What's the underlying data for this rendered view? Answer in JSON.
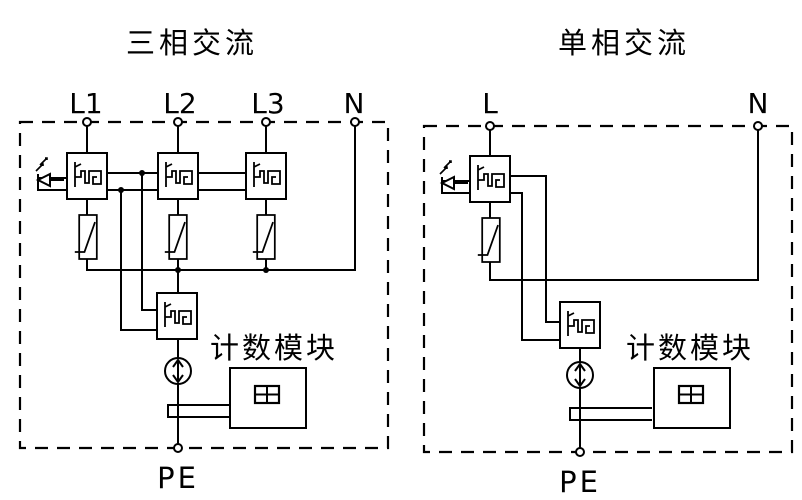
{
  "three_phase": {
    "title": "三相交流",
    "terminals": [
      "L1",
      "L2",
      "L3",
      "N"
    ],
    "counter_label": "计数模块",
    "ground_label": "PE"
  },
  "single_phase": {
    "title": "单相交流",
    "terminals": [
      "L",
      "N"
    ],
    "counter_label": "计数模块",
    "ground_label": "PE"
  }
}
